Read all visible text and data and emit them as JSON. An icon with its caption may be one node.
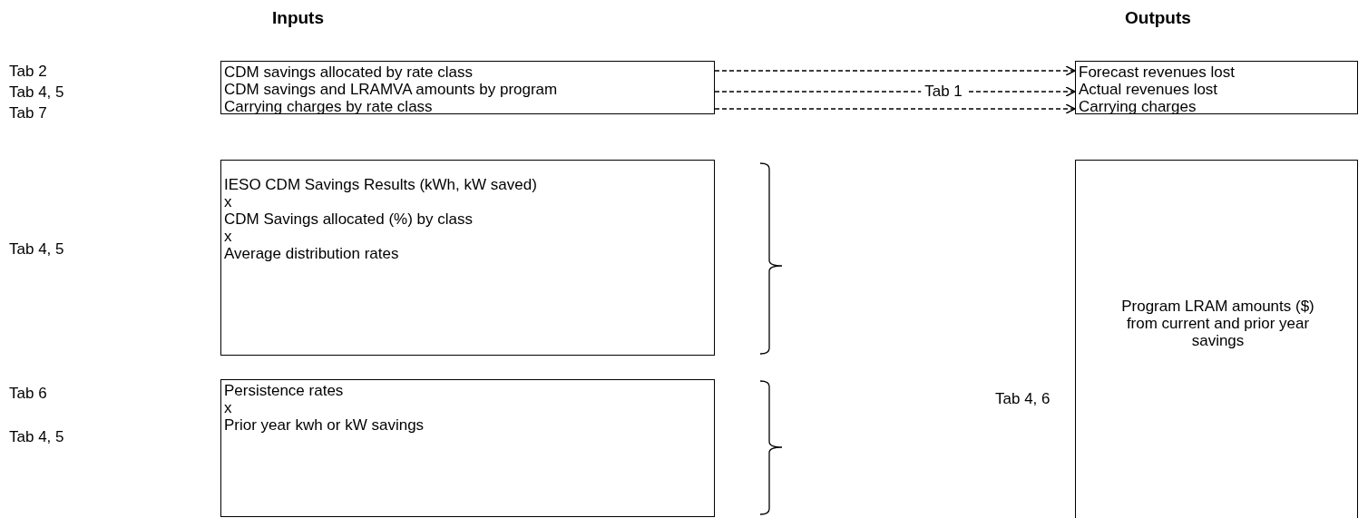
{
  "diagram": {
    "nodes": [
      {
        "text": [
          "CDM savings allocated by rate class",
          "CDM savings and LRAMVA amounts by program",
          "Carrying charges by rate class"
        ]
      },
      {
        "text": [
          "Forecast revenues lost",
          "Actual revenues lost",
          "Carrying charges"
        ]
      },
      {
        "text": [
          "IESO CDM Savings Results (kWh, kW saved)",
          "x",
          "CDM Savings allocated (%) by class",
          "x",
          "Average distribution rates"
        ]
      },
      {
        "text": [
          "Persistence rates",
          "x",
          "Prior year kwh or kW savings"
        ]
      },
      {
        "text": [
          "Program LRAM amounts ($) from current and prior year savings"
        ],
        "beside": [
          "Tab 4, 6"
        ]
      }
    ],
    "edges": [
      {
        "from": 0,
        "to": 1,
        "arrow": "to",
        "style": "dashed"
      },
      {
        "from": 0,
        "to": 1,
        "arrow": "to",
        "style": "dashed",
        "label": "Tab 1"
      },
      {
        "from": 0,
        "to": 1,
        "arrow": "to",
        "style": "dashed"
      }
    ],
    "labels": [
      "Inputs",
      "Outputs",
      "Tab 2",
      "Tab 4, 5",
      "Tab 7",
      "Tab 4, 5",
      "Tab 6",
      "Tab 4, 5"
    ]
  }
}
